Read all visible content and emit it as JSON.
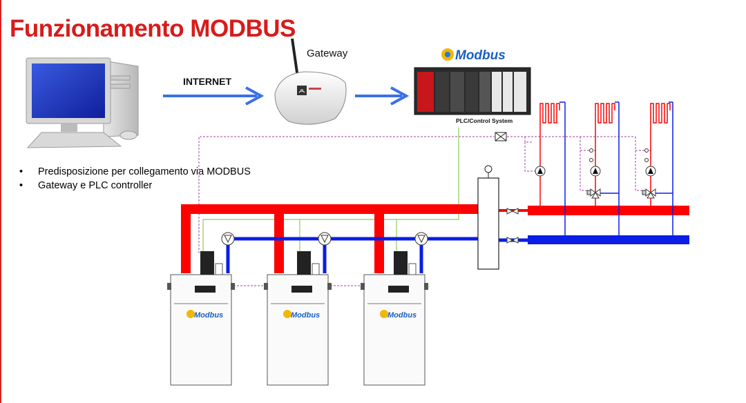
{
  "title": "Funzionamento MODBUS",
  "bullets": [
    "Predisposizione per collegamento via MODBUS",
    "Gateway e PLC controller"
  ],
  "labels": {
    "internet": "INTERNET",
    "gateway": "Gateway",
    "plc": "PLC/Control System",
    "modbus_logo": "Modbus"
  },
  "colors": {
    "title": "#d81b1b",
    "hot_line": "#ff0000",
    "cold_line": "#0a1ee6",
    "arrow": "#3b6fe8",
    "signal_line": "#8ccb5a",
    "bus_line": "#a040a0"
  }
}
